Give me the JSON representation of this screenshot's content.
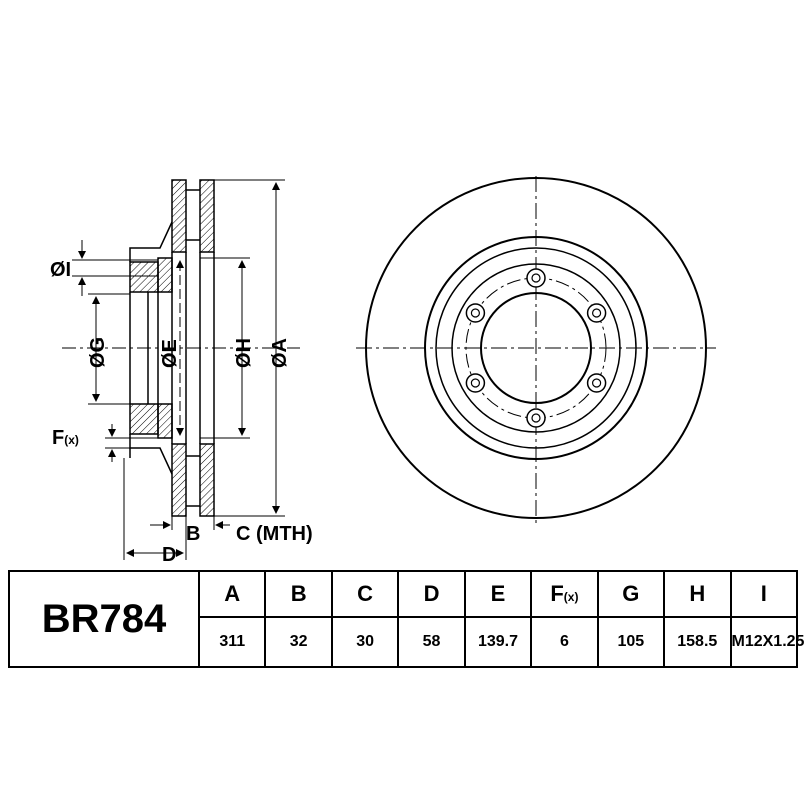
{
  "drawing": {
    "labels": {
      "dia_i": "ØI",
      "dia_g": "ØG",
      "dia_e": "ØE",
      "dia_h": "ØH",
      "dia_a": "ØA",
      "f_main": "F",
      "f_sub": "(x)",
      "b": "B",
      "c_mth": "C (MTH)",
      "d": "D"
    }
  },
  "spec_table": {
    "part_number": "BR784",
    "headers": [
      "A",
      "B",
      "C",
      "D",
      "E",
      "F",
      "G",
      "H",
      "I"
    ],
    "header_f_sub": "(x)",
    "values": [
      "311",
      "32",
      "30",
      "58",
      "139.7",
      "6",
      "105",
      "158.5",
      "M12X1.25"
    ]
  }
}
